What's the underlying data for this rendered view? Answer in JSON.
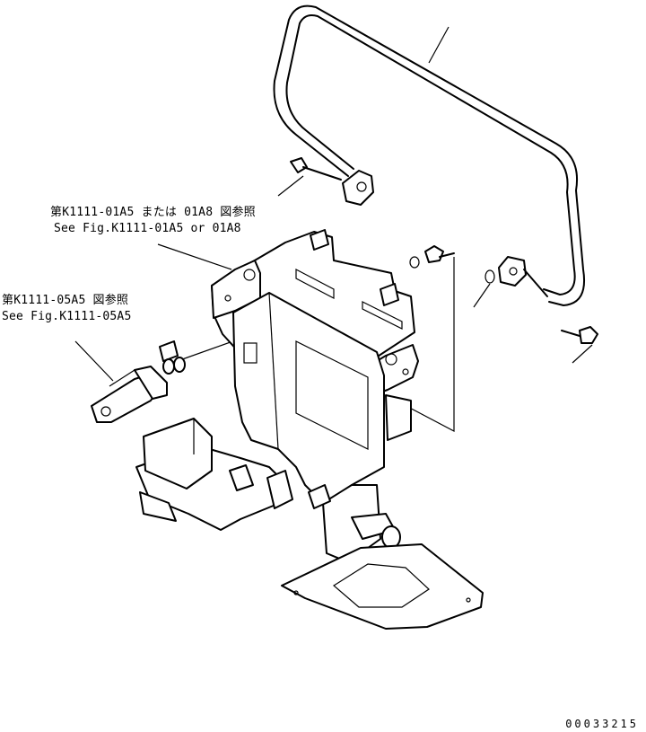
{
  "labels": {
    "ref1_jp": "第K1111-01A5 または 01A8 図参照",
    "ref1_en": "See Fig.K1111-01A5 or 01A8",
    "ref2_jp": "第K1111-05A5 図参照",
    "ref2_en": "See Fig.K1111-05A5",
    "drawing_no": "00033215"
  }
}
